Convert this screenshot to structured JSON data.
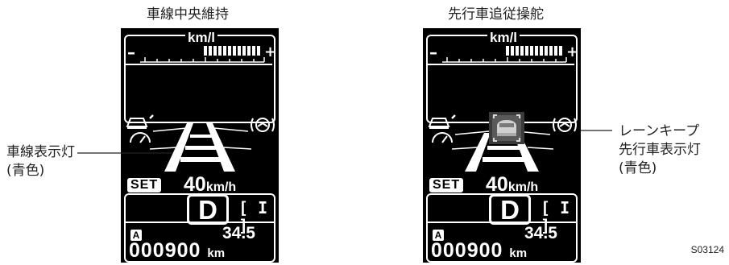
{
  "figure_code": "S03124",
  "callouts": {
    "left": {
      "line1": "車線表示灯",
      "line2": "(青色)"
    },
    "right": {
      "line1": "レーンキープ",
      "line2": "先行車表示灯",
      "line3": "(青色)"
    }
  },
  "panels": [
    {
      "title": "車線中央維持",
      "fuel_unit": "km/l",
      "minus": "–",
      "plus": "+",
      "set_label": "SET",
      "speed_value": "40",
      "speed_unit": "km/h",
      "gear": "D",
      "manual_indicator": "[ I ]",
      "trip_badge": "A",
      "trip_value": "34.5",
      "odometer": "000900",
      "odometer_unit": "km",
      "lead_vehicle_shown": false
    },
    {
      "title": "先行車追従操舵",
      "fuel_unit": "km/l",
      "minus": "–",
      "plus": "+",
      "set_label": "SET",
      "speed_value": "40",
      "speed_unit": "km/h",
      "gear": "D",
      "manual_indicator": "[ I ]",
      "trip_badge": "A",
      "trip_value": "34.5",
      "odometer": "000900",
      "odometer_unit": "km",
      "lead_vehicle_shown": true
    }
  ],
  "colors": {
    "display_bg": "#000000",
    "display_fg": "#ffffff",
    "lead_vehicle": "#9a9a9a"
  }
}
